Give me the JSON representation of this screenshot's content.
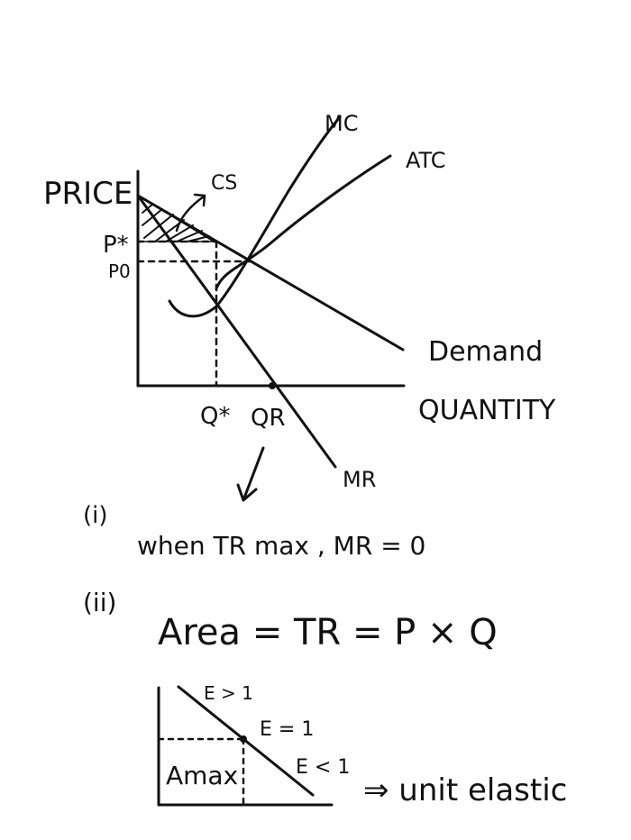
{
  "diagram1": {
    "y_axis_label": "PRICE",
    "x_axis_label": "QUANTITY",
    "curves": {
      "mc": "MC",
      "atc": "ATC",
      "demand": "Demand",
      "mr": "MR"
    },
    "cs_label": "CS",
    "p_star": "P*",
    "p_zero": "P0",
    "q_star": "Q*",
    "q_r": "QR"
  },
  "notes": {
    "item1_marker": "(i)",
    "item1_text": "when TR max , MR = 0",
    "item2_marker": "(ii)",
    "item2_text": "Area = TR = P × Q"
  },
  "diagram2": {
    "e_greater": "E > 1",
    "e_equal": "E = 1",
    "e_less": "E < 1",
    "area_label": "Amax",
    "conclusion": "⇒ unit elastic"
  }
}
